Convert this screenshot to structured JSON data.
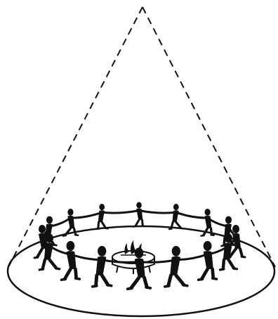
{
  "illustration": {
    "ink_color": "#111111",
    "background_color": "#ffffff",
    "elements": {
      "cone": "dashed-cone-outline",
      "base": "ellipse-ground",
      "circle_of_people": "dancing-figures-holding-hands",
      "center": "fire-on-platform"
    },
    "figure_count": 16
  }
}
